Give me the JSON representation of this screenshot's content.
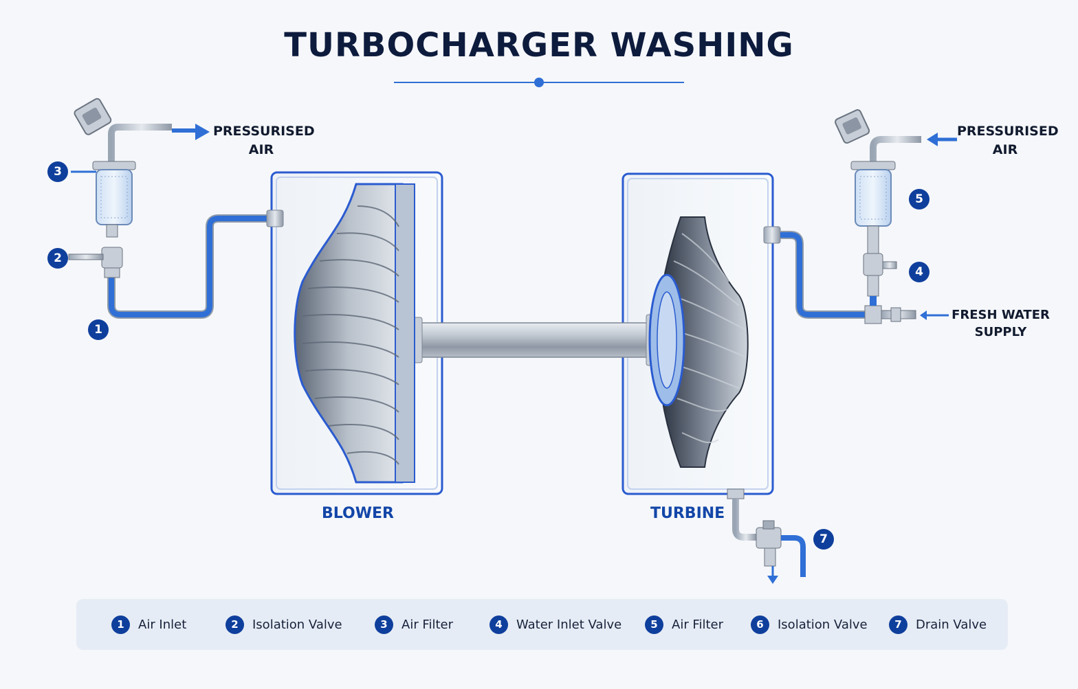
{
  "title": "TURBOCHARGER WASHING",
  "labels": {
    "left_air_line1": "PRESSURISED",
    "left_air_line2": "AIR",
    "right_air_line1": "PRESSURISED",
    "right_air_line2": "AIR",
    "water_line1": "FRESH WATER",
    "water_line2": "SUPPLY",
    "blower": "BLOWER",
    "turbine": "TURBINE"
  },
  "markers": [
    "1",
    "2",
    "3",
    "4",
    "5",
    "7"
  ],
  "legend": [
    {
      "num": "1",
      "label": "Air Inlet"
    },
    {
      "num": "2",
      "label": "Isolation Valve"
    },
    {
      "num": "3",
      "label": "Air Filter"
    },
    {
      "num": "4",
      "label": "Water Inlet Valve"
    },
    {
      "num": "5",
      "label": "Air Filter"
    },
    {
      "num": "6",
      "label": "Isolation Valve"
    },
    {
      "num": "7",
      "label": "Drain Valve"
    }
  ],
  "colors": {
    "pipe_blue": "#2f6fd6",
    "accent_navy": "#0f3f9c",
    "title": "#0d1b3d",
    "housing_border": "#2a5bd0",
    "metal": "#b8c0ca"
  }
}
